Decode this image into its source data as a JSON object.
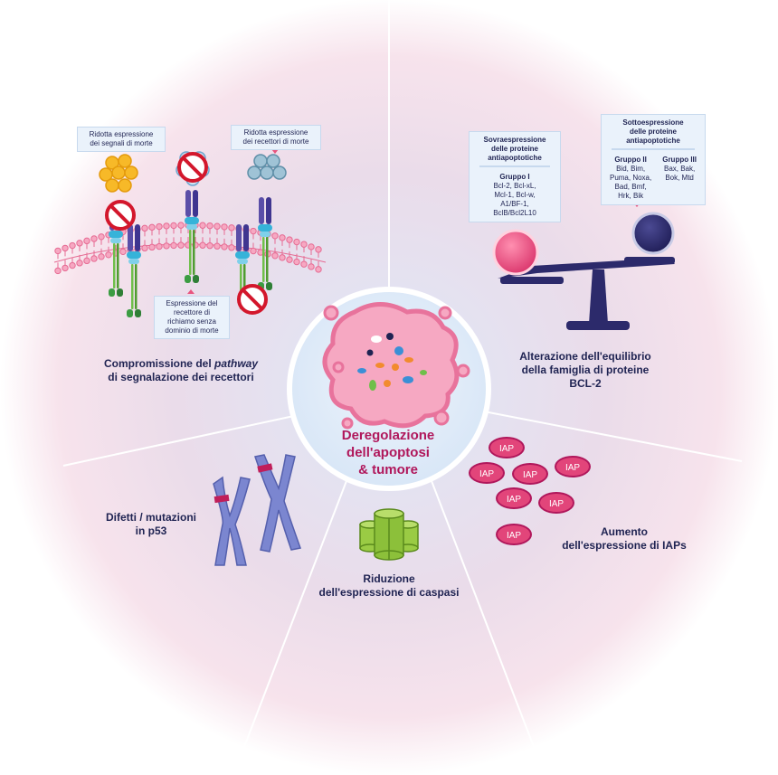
{
  "center": {
    "title_lines": [
      "Deregolazione",
      "dell'apoptosi",
      "& tumore"
    ]
  },
  "receptor_panel": {
    "note_ligands": [
      "Ridotta espressione",
      "dei segnali di morte"
    ],
    "note_receptors": [
      "Ridotta espressione",
      "dei recettori di morte"
    ],
    "note_decoy": [
      "Espressione del",
      "recettore di",
      "richiamo senza",
      "dominio di morte"
    ],
    "label_before": "Compromissione del ",
    "label_italic": "pathway",
    "label_line2": "di segnalazione dei recettori",
    "icons": [
      "ligand-cluster-icon",
      "receptor-icon",
      "prohibited-icon",
      "cell-membrane-icon"
    ]
  },
  "bcl2_panel": {
    "note_left": {
      "heading": [
        "Sovraespressione",
        "delle proteine",
        "antiapoptotiche"
      ],
      "group_title": "Gruppo I",
      "proteins": [
        "Bcl-2, Bcl-xL,",
        "Mcl-1, Bcl-w,",
        "A1/BF-1,",
        "BclB/Bcl2L10"
      ]
    },
    "note_right": {
      "heading": [
        "Sottoespressione",
        "delle proteine",
        "antiapoptotiche"
      ],
      "group2_title": "Gruppo II",
      "group2_proteins": [
        "Bid, Bim,",
        "Puma, Noxa,",
        "Bad, Bmf,",
        "Hrk, Bik"
      ],
      "group3_title": "Gruppo III",
      "group3_proteins": [
        "Bax, Bak,",
        "Bok, Mtd"
      ]
    },
    "label": [
      "Alterazione dell'equilibrio",
      "della famiglia di proteine",
      "BCL-2"
    ],
    "icons": [
      "balance-scale-icon"
    ],
    "colors": {
      "pink_ball": "#e8557f",
      "navy_ball": "#2c2a6b"
    }
  },
  "p53_panel": {
    "label": [
      "Difetti / mutazioni",
      "in p53"
    ],
    "icons": [
      "chromosome-icon"
    ]
  },
  "caspase_panel": {
    "label": [
      "Riduzione",
      "dell'espressione di caspasi"
    ],
    "icons": [
      "caspase-cylinder-icon"
    ]
  },
  "iap_panel": {
    "badges": [
      "IAP",
      "IAP",
      "IAP",
      "IAP",
      "IAP",
      "IAP",
      "IAP"
    ],
    "label": [
      "Aumento",
      "dell'espressione di IAPs"
    ],
    "icons": [
      "iap-ellipse-icon"
    ]
  },
  "colors": {
    "accent": "#b0175b",
    "text": "#1f2352",
    "cell": "#f49ab7",
    "center_disc": "#e3eefb",
    "divider": "#ffffff"
  }
}
